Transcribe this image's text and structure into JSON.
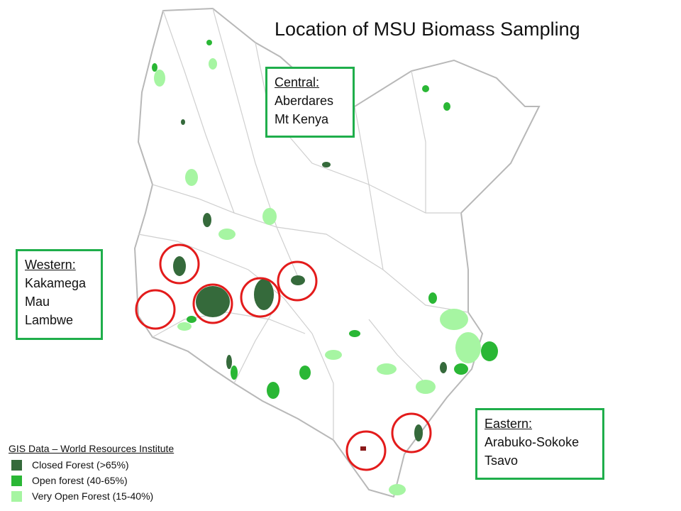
{
  "title": "Location of MSU Biomass Sampling",
  "regions": [
    {
      "id": "central",
      "heading": "Central:",
      "sites": [
        "Aberdares",
        "Mt Kenya"
      ]
    },
    {
      "id": "western",
      "heading": "Western:",
      "sites": [
        "Kakamega",
        "Mau",
        "Lambwe"
      ]
    },
    {
      "id": "eastern",
      "heading": "Eastern:",
      "sites": [
        "Arabuko-Sokoke",
        "Tsavo"
      ]
    }
  ],
  "legend": {
    "title": "GIS Data – World Resources Institute",
    "items": [
      {
        "label": "Closed Forest (>65%)",
        "color": "#356a3b"
      },
      {
        "label": "Open forest (40-65%)",
        "color": "#2ab735"
      },
      {
        "label": "Very Open Forest (15-40%)",
        "color": "#a6f5a2"
      }
    ]
  },
  "colors": {
    "box_border": "#1fae4b",
    "marker_circle": "#e31b1b",
    "country_outline": "#b8b8b8",
    "closed_forest": "#356a3b",
    "open_forest": "#2ab735",
    "very_open_forest": "#a6f5a2"
  }
}
